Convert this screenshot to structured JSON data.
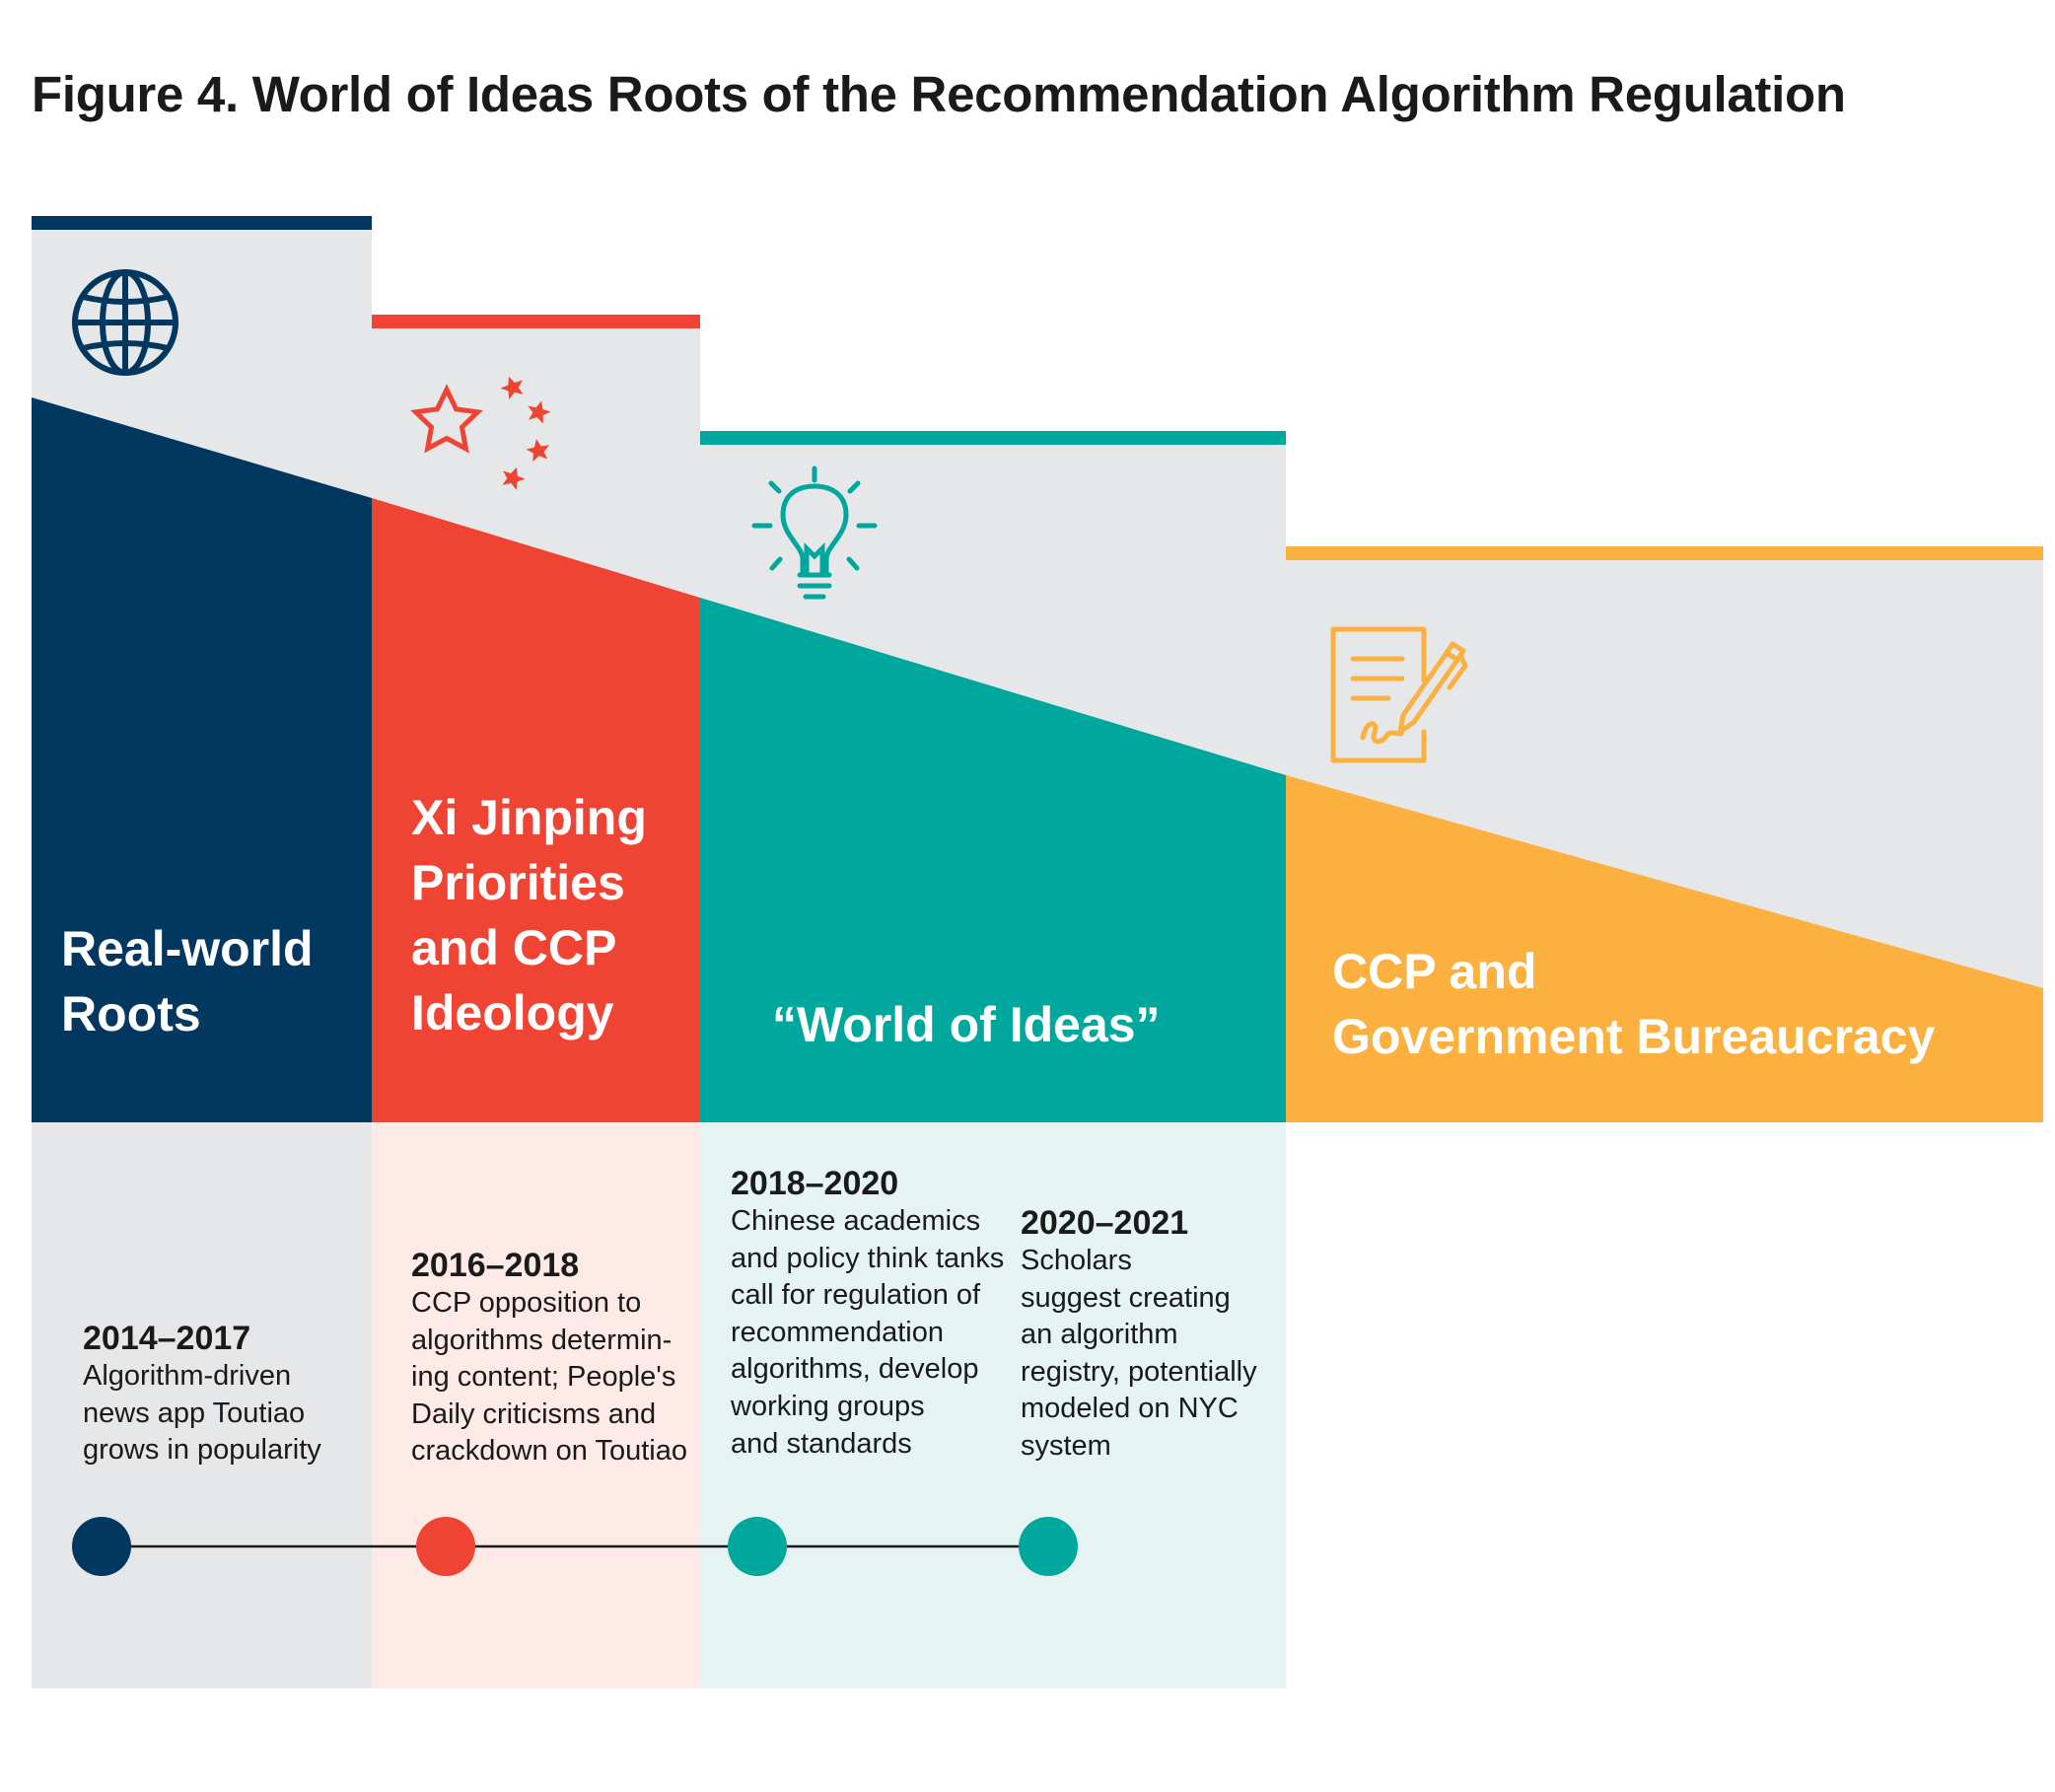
{
  "title": "Figure 4. World of Ideas Roots of the Recommendation Algorithm Regulation",
  "colors": {
    "navy": "#02375f",
    "red": "#ef4434",
    "teal": "#00a79d",
    "orange": "#fbb040",
    "gray_panel": "#e6e7e8",
    "red_tint": "#fdeae7",
    "teal_tint": "#e5f4f3",
    "timeline": "#1a1a1a"
  },
  "columns": [
    {
      "id": "real-world-roots",
      "label": "Real-world\nRoots",
      "color": "#02375f",
      "icon": "globe-icon"
    },
    {
      "id": "xi-jinping-priorities",
      "label": "Xi Jinping\nPriorities\nand CCP\nIdeology",
      "color": "#ef4434",
      "icon": "five-stars-icon"
    },
    {
      "id": "world-of-ideas",
      "label": "“World of Ideas”",
      "color": "#00a79d",
      "icon": "lightbulb-icon"
    },
    {
      "id": "ccp-bureaucracy",
      "label": "CCP and\nGovernment Bureaucracy",
      "color": "#fbb040",
      "icon": "signed-document-icon"
    }
  ],
  "timeline": [
    {
      "years": "2014–2017",
      "text": "Algorithm-driven\nnews app Toutiao\ngrows in popularity",
      "dot_color": "#02375f"
    },
    {
      "years": "2016–2018",
      "text": "CCP opposition to\nalgorithms determin-\ning content; People's\nDaily criticisms and\ncrackdown on Toutiao",
      "dot_color": "#ef4434"
    },
    {
      "years": "2018–2020",
      "text": "Chinese academics\nand policy think tanks\ncall for regulation of\nrecommendation\nalgorithms, develop\nworking groups\nand standards",
      "dot_color": "#00a79d"
    },
    {
      "years": "2020–2021",
      "text": "Scholars\nsuggest creating\nan algorithm\nregistry, potentially\nmodeled on NYC\nsystem",
      "dot_color": "#00a79d"
    }
  ]
}
